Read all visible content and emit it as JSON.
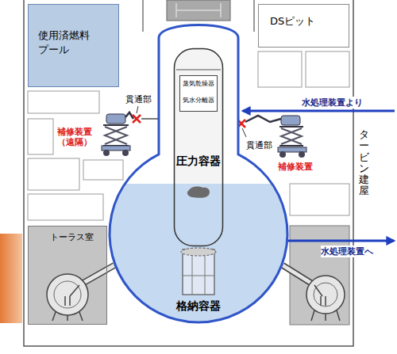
{
  "diagram": {
    "nodes": [
      {
        "text": [
          "使用済燃料 プール"
        ]
      },
      {
        "text": [
          "DSピット"
        ]
      },
      {
        "text": [
          "格納容器"
        ]
      },
      {
        "text": [
          "圧力容器"
        ],
        "in": 2
      },
      {
        "text": [
          "蒸気乾燥器",
          "気水分離器"
        ],
        "in": 3
      },
      {
        "text": [
          "トーラス室"
        ]
      }
    ],
    "labels": [
      "貫通部",
      "水処理装置より",
      "補修装置 （遠隔）",
      "補修装置",
      "貫通部",
      "タービン建屋",
      "水処理装置へ"
    ]
  }
}
